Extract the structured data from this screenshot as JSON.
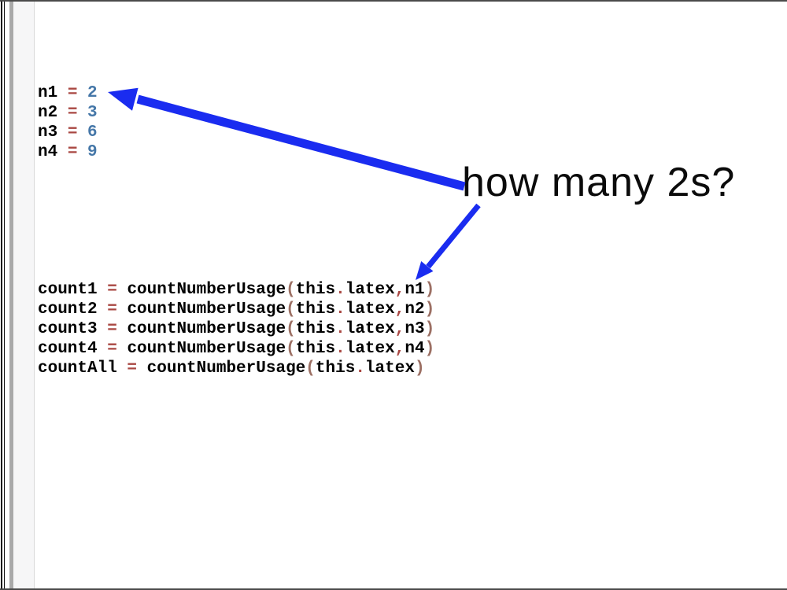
{
  "colors": {
    "arrow_blue": "#1a2cf0",
    "code_text": "#000000",
    "operator_red": "#a94742",
    "paren_brown": "#9c6f63",
    "number_blue": "#4577a8",
    "frame_line": "#4a4a4a",
    "scrollbar_gray": "#a9a9a9",
    "panel_gray": "#f6f6f7",
    "panel_border": "#d9d9d9"
  },
  "heading": {
    "text": "how many 2s?"
  },
  "code_blocks": {
    "variables": {
      "lines": [
        [
          [
            "n1 ",
            "id"
          ],
          [
            "= ",
            "op"
          ],
          [
            "2",
            "num"
          ]
        ],
        [
          [
            "n2 ",
            "id"
          ],
          [
            "= ",
            "op"
          ],
          [
            "3",
            "num"
          ]
        ],
        [
          [
            "n3 ",
            "id"
          ],
          [
            "= ",
            "op"
          ],
          [
            "6",
            "num"
          ]
        ],
        [
          [
            "n4 ",
            "id"
          ],
          [
            "= ",
            "op"
          ],
          [
            "9",
            "num"
          ]
        ]
      ]
    },
    "counts": {
      "lines": [
        [
          [
            "count1 ",
            "id"
          ],
          [
            "= ",
            "op"
          ],
          [
            "countNumberUsage",
            "id"
          ],
          [
            "(",
            "paren"
          ],
          [
            "this",
            "id"
          ],
          [
            ".",
            "op"
          ],
          [
            "latex",
            "id"
          ],
          [
            ",",
            "op"
          ],
          [
            "n1",
            "id"
          ],
          [
            ")",
            "paren"
          ]
        ],
        [
          [
            "count2 ",
            "id"
          ],
          [
            "= ",
            "op"
          ],
          [
            "countNumberUsage",
            "id"
          ],
          [
            "(",
            "paren"
          ],
          [
            "this",
            "id"
          ],
          [
            ".",
            "op"
          ],
          [
            "latex",
            "id"
          ],
          [
            ",",
            "op"
          ],
          [
            "n2",
            "id"
          ],
          [
            ")",
            "paren"
          ]
        ],
        [
          [
            "count3 ",
            "id"
          ],
          [
            "= ",
            "op"
          ],
          [
            "countNumberUsage",
            "id"
          ],
          [
            "(",
            "paren"
          ],
          [
            "this",
            "id"
          ],
          [
            ".",
            "op"
          ],
          [
            "latex",
            "id"
          ],
          [
            ",",
            "op"
          ],
          [
            "n3",
            "id"
          ],
          [
            ")",
            "paren"
          ]
        ],
        [
          [
            "count4 ",
            "id"
          ],
          [
            "= ",
            "op"
          ],
          [
            "countNumberUsage",
            "id"
          ],
          [
            "(",
            "paren"
          ],
          [
            "this",
            "id"
          ],
          [
            ".",
            "op"
          ],
          [
            "latex",
            "id"
          ],
          [
            ",",
            "op"
          ],
          [
            "n4",
            "id"
          ],
          [
            ")",
            "paren"
          ]
        ],
        [
          [
            "countAll ",
            "id"
          ],
          [
            "= ",
            "op"
          ],
          [
            "countNumberUsage",
            "id"
          ],
          [
            "(",
            "paren"
          ],
          [
            "this",
            "id"
          ],
          [
            ".",
            "op"
          ],
          [
            "latex",
            "id"
          ],
          [
            ")",
            "paren"
          ]
        ]
      ]
    }
  }
}
